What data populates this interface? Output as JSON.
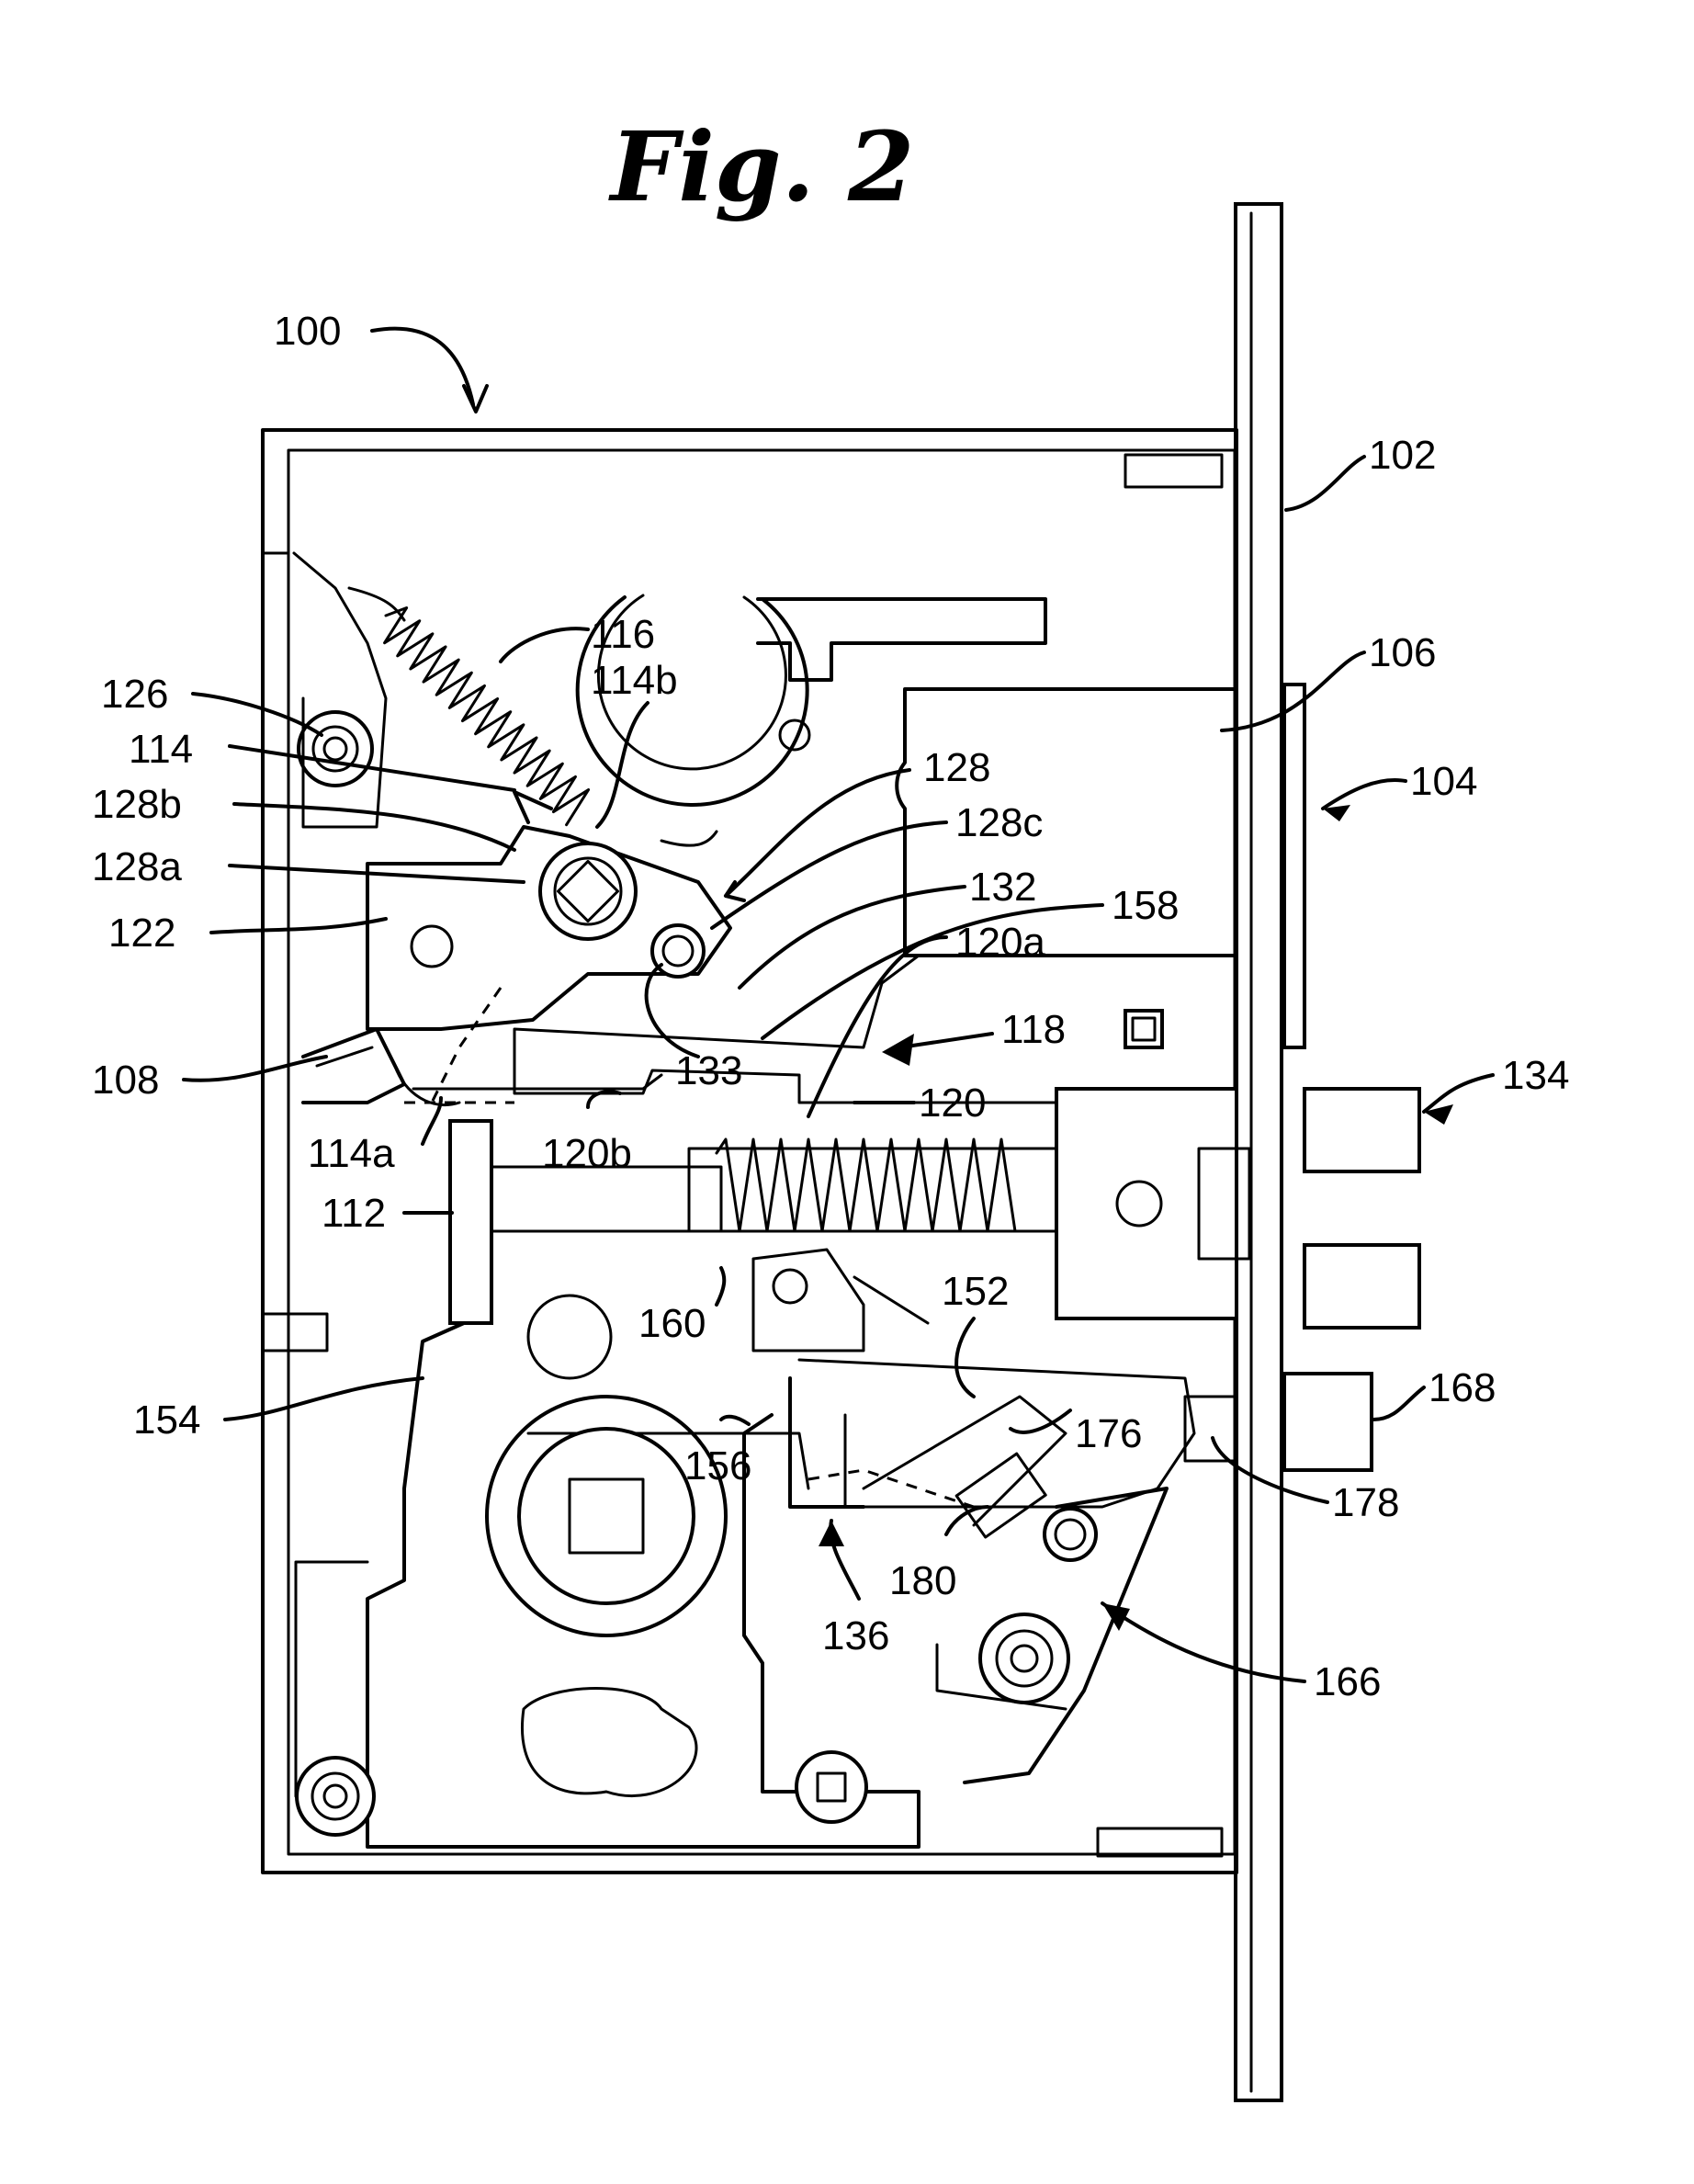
{
  "figure": {
    "title": "Fig. 2",
    "labels": {
      "l100": "100",
      "l102": "102",
      "l104": "104",
      "l106": "106",
      "l108": "108",
      "l112": "112",
      "l114": "114",
      "l114a": "114a",
      "l114b": "114b",
      "l116": "116",
      "l118": "118",
      "l120": "120",
      "l120a": "120a",
      "l120b": "120b",
      "l122": "122",
      "l126": "126",
      "l128": "128",
      "l128a": "128a",
      "l128b": "128b",
      "l128c": "128c",
      "l132": "132",
      "l133": "133",
      "l134": "134",
      "l136": "136",
      "l152": "152",
      "l154": "154",
      "l156": "156",
      "l158": "158",
      "l160": "160",
      "l166": "166",
      "l168": "168",
      "l176": "176",
      "l178": "178",
      "l180": "180"
    }
  }
}
